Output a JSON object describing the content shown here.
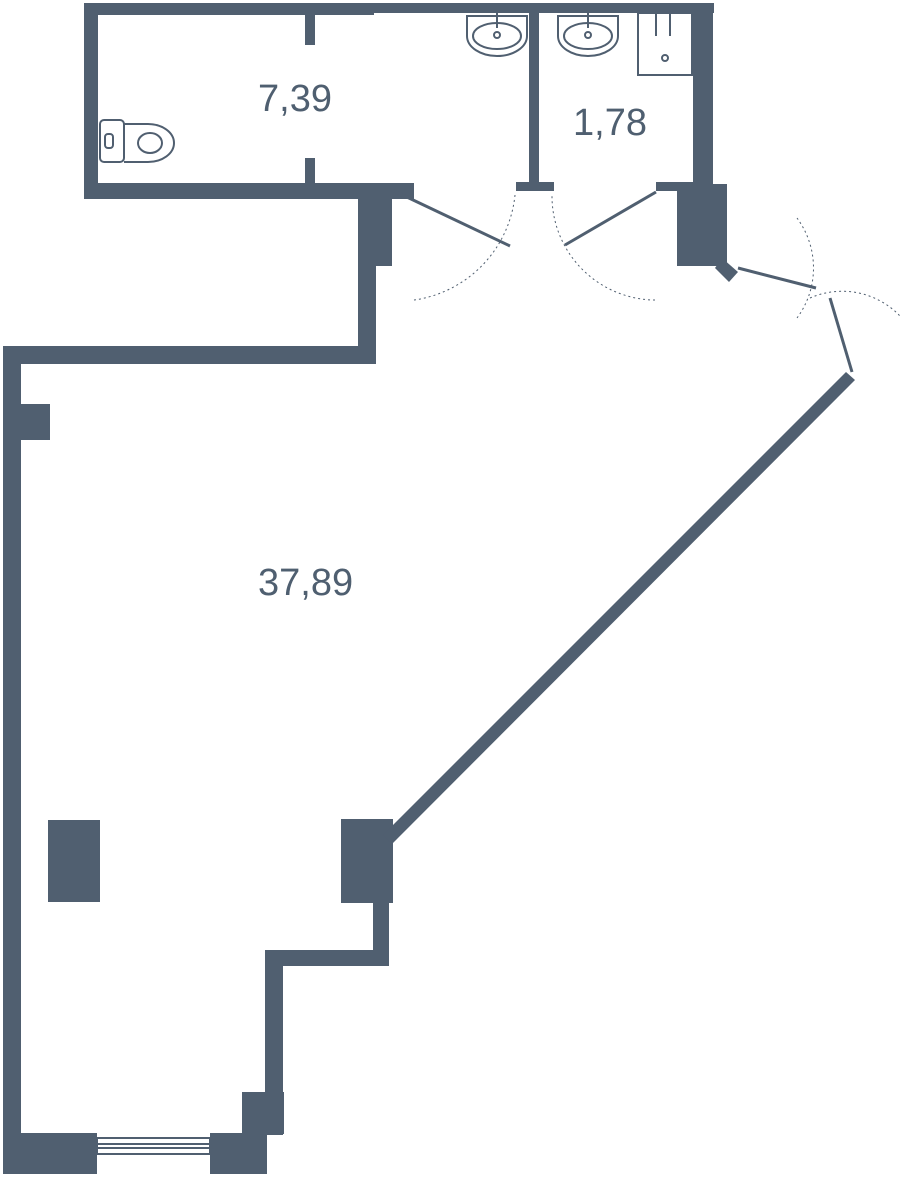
{
  "plan": {
    "wall_color": "#505f70",
    "rooms": [
      {
        "id": "bathroom",
        "area_label": "7,39"
      },
      {
        "id": "shower-room",
        "area_label": "1,78"
      },
      {
        "id": "main-room",
        "area_label": "37,89"
      }
    ],
    "fixtures": [
      {
        "type": "toilet",
        "icon": "toilet-icon"
      },
      {
        "type": "washbasin",
        "icon": "sink-icon"
      },
      {
        "type": "washbasin",
        "icon": "sink-icon"
      },
      {
        "type": "shower",
        "icon": "shower-tray-icon"
      }
    ],
    "doors": 4,
    "windows": 1
  }
}
